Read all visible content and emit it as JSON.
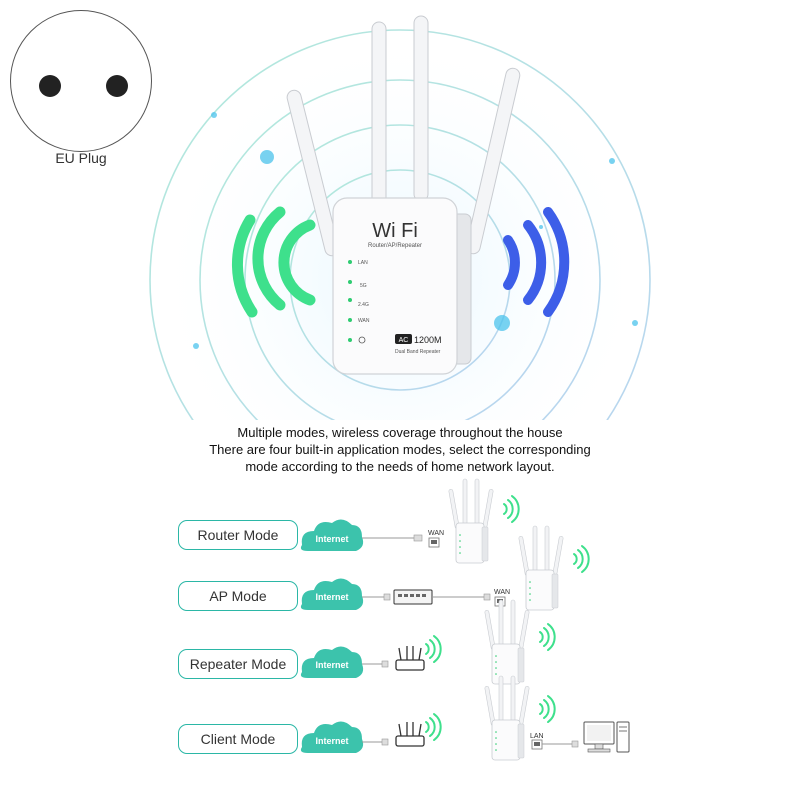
{
  "plug": {
    "label": "EU Plug"
  },
  "device": {
    "brand": "Wi Fi",
    "subtitle": "Router/AP/Repeater",
    "leds": [
      "LAN",
      "5G",
      "2.4G",
      "WAN"
    ],
    "badge_ac": "AC",
    "badge_speed": "1200M",
    "model": "Dual Band Repeater"
  },
  "caption": {
    "line1": "Multiple modes, wireless coverage throughout the house",
    "line2": "There are four built-in application modes, select the corresponding",
    "line3": "mode according to the needs of home network layout."
  },
  "modes": [
    {
      "label": "Router Mode",
      "cloud": "Internet",
      "port": "WAN"
    },
    {
      "label": "AP Mode",
      "cloud": "Internet",
      "port": "WAN"
    },
    {
      "label": "Repeater Mode",
      "cloud": "Internet"
    },
    {
      "label": "Client Mode",
      "cloud": "Internet",
      "port": "LAN"
    }
  ],
  "colors": {
    "teal": "#2bb7a6",
    "green_wave": "#3ee08c",
    "blue_wave": "#3d5ee8",
    "ring": "#bfe3f2"
  }
}
